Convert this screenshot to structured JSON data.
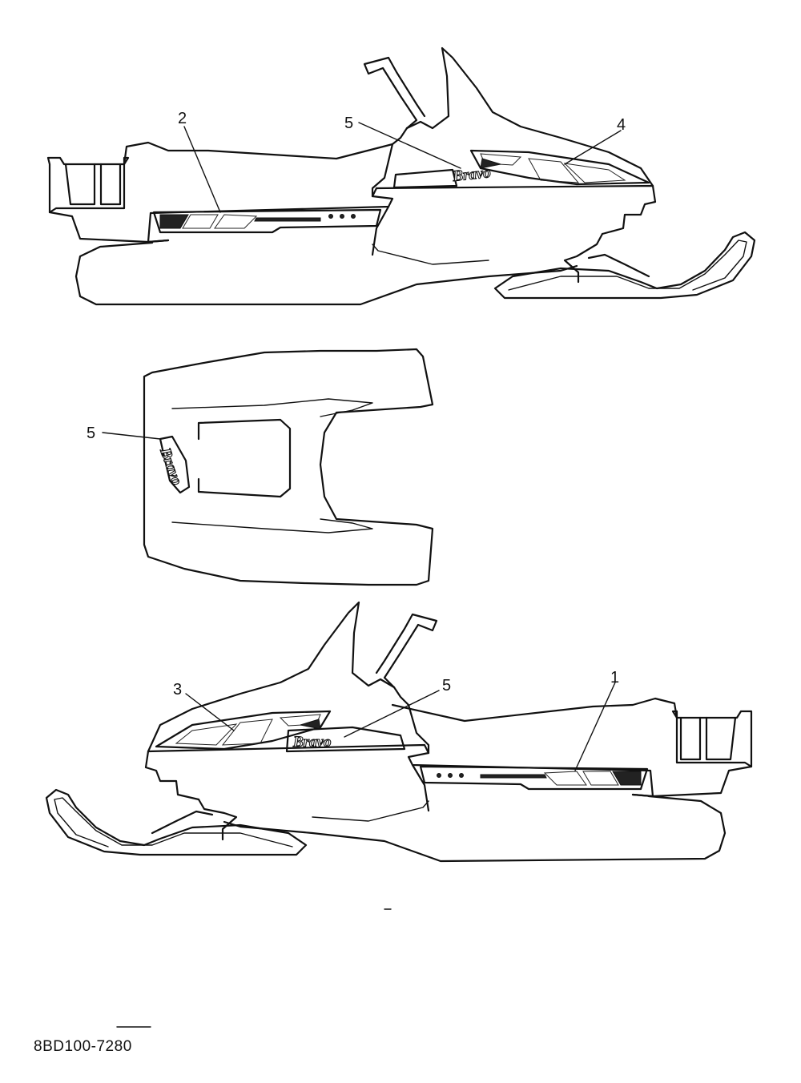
{
  "diagram": {
    "part_code": "8BD100-7280",
    "brand_lettering": "Bravo",
    "callouts": {
      "top_view": [
        "2",
        "5",
        "4"
      ],
      "middle_view": [
        "5"
      ],
      "bottom_view": [
        "3",
        "5",
        "1"
      ]
    }
  }
}
